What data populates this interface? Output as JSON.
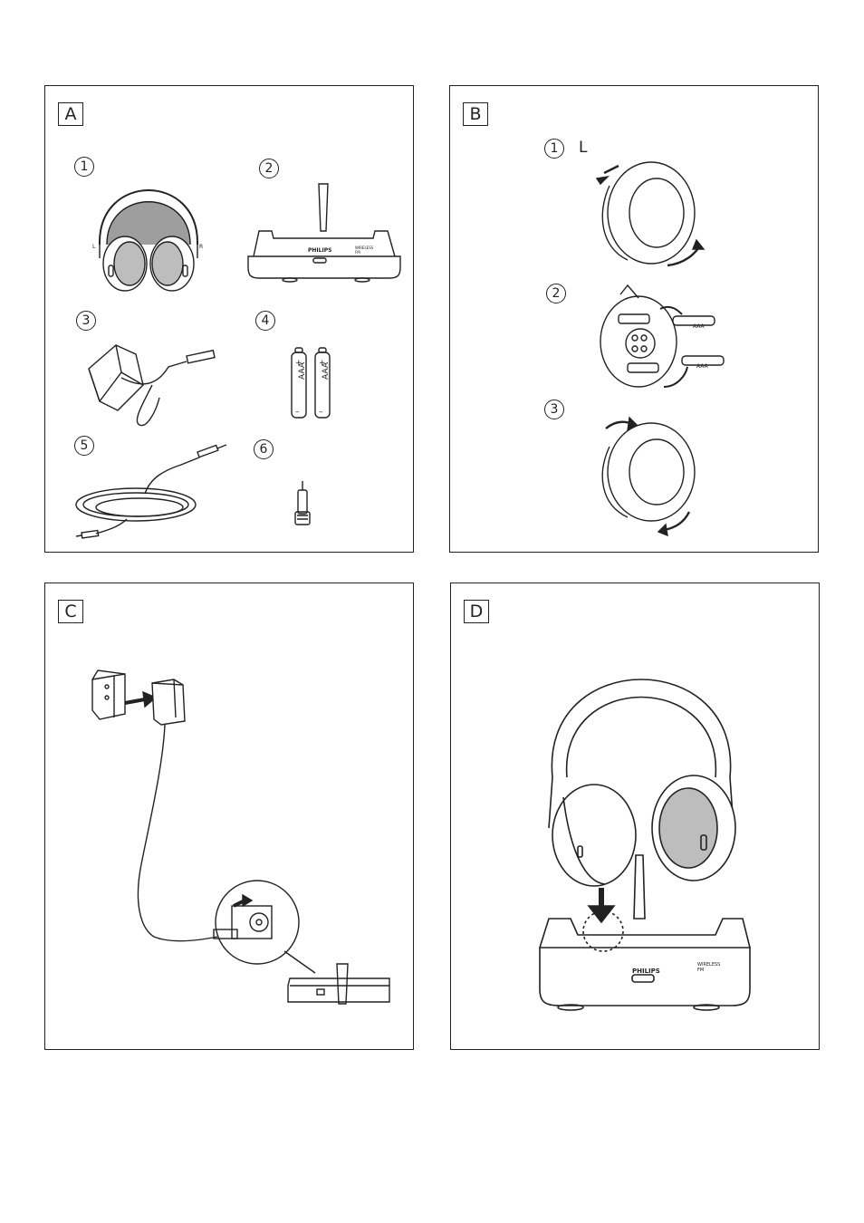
{
  "panels": {
    "a": {
      "letter": "A",
      "items": [
        {
          "number": "1",
          "name": "headphones",
          "side_left": "L",
          "side_right": "R"
        },
        {
          "number": "2",
          "name": "base-station",
          "brand": "PHILIPS",
          "badge_line1": "WIRELESS",
          "badge_line2": "FM"
        },
        {
          "number": "3",
          "name": "power-adapter"
        },
        {
          "number": "4",
          "name": "batteries",
          "battery_label": "AAA",
          "plus": "+",
          "minus": "–"
        },
        {
          "number": "5",
          "name": "audio-cable"
        },
        {
          "number": "6",
          "name": "jack-adapter"
        }
      ]
    },
    "b": {
      "letter": "B",
      "steps": [
        {
          "number": "1",
          "side": "L"
        },
        {
          "number": "2",
          "battery_label": "AAA"
        },
        {
          "number": "3"
        }
      ]
    },
    "c": {
      "letter": "C"
    },
    "d": {
      "letter": "D",
      "brand": "PHILIPS",
      "badge_line1": "WIRELESS",
      "badge_line2": "FM"
    }
  },
  "colors": {
    "line": "#222222",
    "cushion": "#bdbdbd",
    "headband": "#9e9e9e"
  }
}
